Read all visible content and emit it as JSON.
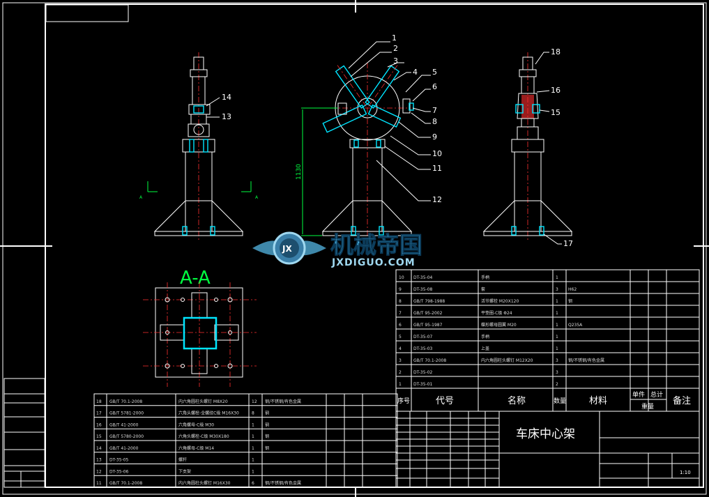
{
  "watermark": {
    "brand": "机械帝国",
    "domain": "JXDIGUO.COM",
    "emblem": "JX"
  },
  "section_label": "A-A",
  "section_marks": [
    "A",
    "A"
  ],
  "dimension": "1130",
  "callouts": [
    "1",
    "2",
    "3",
    "4",
    "5",
    "6",
    "7",
    "8",
    "9",
    "10",
    "11",
    "12",
    "13",
    "14",
    "15",
    "16",
    "17",
    "18"
  ],
  "parts_upper": [
    {
      "no": "10",
      "code": "DT-35-04",
      "name": "手柄",
      "qty": "1",
      "mat": ""
    },
    {
      "no": "9",
      "code": "DT-35-08",
      "name": "套",
      "qty": "3",
      "mat": "H62"
    },
    {
      "no": "8",
      "code": "GB/T 798-1988",
      "name": "活节螺栓 M20X120",
      "qty": "1",
      "mat": "钢"
    },
    {
      "no": "7",
      "code": "GB/T 95-2002",
      "name": "平垫圈-C级 Φ24",
      "qty": "1",
      "mat": ""
    },
    {
      "no": "6",
      "code": "GB/T 95-1987",
      "name": "蝶形螺母圆翼 M20",
      "qty": "1",
      "mat": "Q235A"
    },
    {
      "no": "5",
      "code": "DT-35-07",
      "name": "手柄",
      "qty": "1",
      "mat": ""
    },
    {
      "no": "4",
      "code": "DT-35-03",
      "name": "上盖",
      "qty": "1",
      "mat": ""
    },
    {
      "no": "3",
      "code": "GB/T 70.1-2008",
      "name": "内六角圆柱头螺钉 M12X20",
      "qty": "3",
      "mat": "钢/不锈钢/有色金属"
    },
    {
      "no": "2",
      "code": "DT-35-02",
      "name": "",
      "qty": "3",
      "mat": ""
    },
    {
      "no": "1",
      "code": "DT-35-01",
      "name": "",
      "qty": "2",
      "mat": ""
    }
  ],
  "parts_lower": [
    {
      "no": "18",
      "code": "GB/T 70.1-2008",
      "name": "内六角圆柱头螺钉 M8X20",
      "qty": "12",
      "mat": "钢/不锈钢/有色金属"
    },
    {
      "no": "17",
      "code": "GB/T 5781-2000",
      "name": "六角头螺栓-全螺纹C级 M16X30",
      "qty": "8",
      "mat": "钢"
    },
    {
      "no": "16",
      "code": "GB/T 41-2000",
      "name": "六角螺母-C级 M30",
      "qty": "1",
      "mat": "钢"
    },
    {
      "no": "15",
      "code": "GB/T 5780-2000",
      "name": "六角头螺栓-C级 M30X180",
      "qty": "1",
      "mat": "钢"
    },
    {
      "no": "14",
      "code": "GB/T 41-2000",
      "name": "六角螺母-C级 M14",
      "qty": "1",
      "mat": "钢"
    },
    {
      "no": "13",
      "code": "DT-35-05",
      "name": "螺杆",
      "qty": "1",
      "mat": ""
    },
    {
      "no": "12",
      "code": "DT-35-06",
      "name": "下支架",
      "qty": "1",
      "mat": ""
    },
    {
      "no": "11",
      "code": "GB/T 70.1-2008",
      "name": "内六角圆柱头螺钉 M16X30",
      "qty": "6",
      "mat": "钢/不锈钢/有色金属"
    }
  ],
  "header": {
    "no": "序号",
    "code": "代号",
    "name": "名称",
    "qty": "数量",
    "mat": "材料",
    "weight_single": "单件",
    "weight_total": "总计",
    "weight": "重量",
    "remark": "备注"
  },
  "title_block": {
    "title": "车床中心架",
    "scale": "1:10"
  }
}
